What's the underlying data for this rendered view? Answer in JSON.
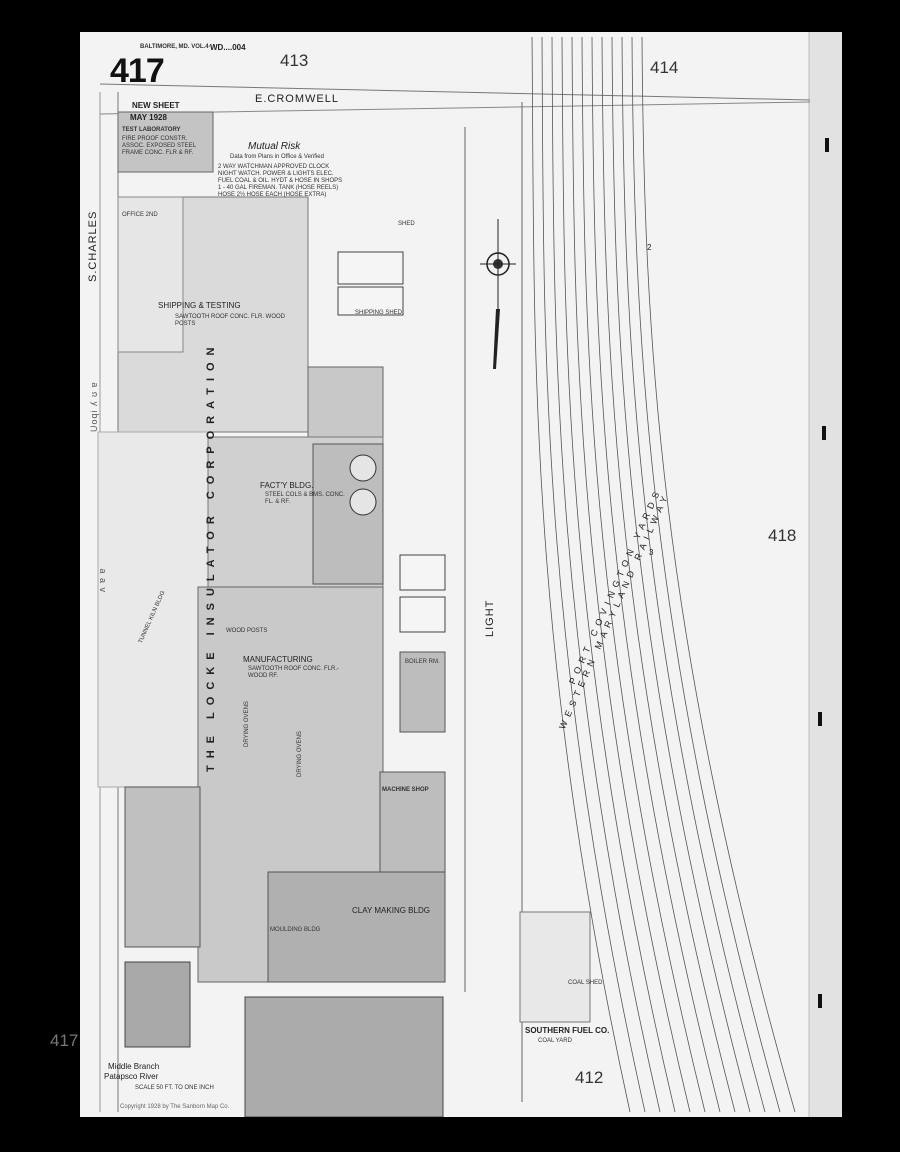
{
  "header": {
    "sheet_number": "417",
    "volume_text": "BALTIMORE, MD. VOL.4·",
    "ward_text": "WD....004",
    "new_sheet_label": "NEW SHEET",
    "new_sheet_date": "MAY 1928"
  },
  "adjoining_sheets": {
    "north": "413",
    "northeast": "414",
    "east": "418",
    "south": "412",
    "west": "417"
  },
  "streets": {
    "cromwell": "E.CROMWELL",
    "charles": "S.CHARLES",
    "light": "LIGHT"
  },
  "faint_lettering": {
    "upper_left": "Uoqi ʎ ʊ ɐ",
    "mid_left": "ʌ ɐ ɐ"
  },
  "block_numbers": [
    "2",
    "3"
  ],
  "railway": {
    "yards": "PORT COVINGTON YARDS",
    "railway": "WESTERN MARYLAND RAILWAY"
  },
  "company": {
    "name": "THE LOCKE INSULATOR CORPORATION",
    "mutual_risk": "Mutual Risk",
    "mutual_risk_note": "Data from Plans in Office & Verified",
    "notes": [
      "2 WAY WATCHMAN APPROVED CLOCK",
      "NIGHT WATCH. POWER & LIGHTS ELEC.",
      "FUEL COAL & OIL. HYDT & HOSE IN SHOPS",
      "1 - 40 GAL FIREMAN. TANK (HOSE REELS)",
      "HOSE 2½ HOSE EACH  (HOSE EXTRA)"
    ]
  },
  "buildings": {
    "test_lab": "TEST LABORATORY",
    "test_lab_detail": "FIRE PROOF CONSTR. ASSOC. EXPOSED STEEL FRAME CONC. FLR & RF.",
    "office": "OFFICE 2ND",
    "shipping": "SHIPPING & TESTING",
    "shipping_detail": "SAWTOOTH ROOF  CONC. FLR. WOOD POSTS",
    "facty": "FACT'Y BLDG.",
    "facty_detail": "STEEL COLS & BMS.  CONC. FL. & RF.",
    "tunnel_kiln": "TUNNEL KILN BLDG",
    "manufacturing": "MANUFACTURING",
    "manufacturing_detail": "SAWTOOTH ROOF  CONC. FLR.- WOOD RF.",
    "drying_ovens_1": "DRYING OVENS",
    "drying_ovens_2": "DRYING OVENS",
    "wood_posts": "WOOD POSTS",
    "machine_shop": "MACHINE SHOP",
    "clay_making": "CLAY MAKING BLDG",
    "moulding": "MOULDING BLDG",
    "boiler": "BOILER RM.",
    "shed": "SHED",
    "shipping_shed": "SHIPPING SHED",
    "coal_shed": "COAL SHED",
    "southern_fuel": "SOUTHERN FUEL CO.",
    "coal_yard": "COAL YARD"
  },
  "water": {
    "name": "Middle Branch",
    "river": "Patapsco River"
  },
  "scale": {
    "text": "SCALE 50 FT. TO ONE INCH",
    "copyright": "Copyright 1928 by The Sanborn Map Co."
  },
  "colors": {
    "paper": "#f3f3f3",
    "frame": "#000000",
    "frame_gray_heavy": "#a8a8a8",
    "frame_gray": "#c4c4c4",
    "frame_gray_light": "#dadada",
    "ink": "#222222"
  },
  "icons": {
    "compass": "compass-rose-icon"
  }
}
